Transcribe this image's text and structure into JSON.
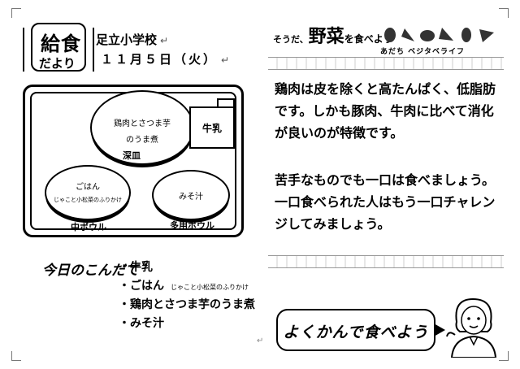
{
  "header": {
    "logo_main": "給食",
    "logo_sub": "だより",
    "school": "足立小学校",
    "date": "１１月５日（火）"
  },
  "tray": {
    "main_dish_line1": "鶏肉とさつま芋",
    "main_dish_line2": "のうま煮",
    "main_dish_container": "深皿",
    "milk": "牛乳",
    "rice": "ごはん",
    "rice_note": "じゃこと小松菜のふりかけ",
    "rice_container": "中ボウル",
    "soup": "みそ汁",
    "soup_container": "多用ボウル"
  },
  "menu": {
    "title": "今日のこんだて",
    "items": [
      {
        "label": "・牛乳",
        "note": ""
      },
      {
        "label": "・ごはん",
        "note": "じゃこと小松菜のふりかけ"
      },
      {
        "label": "・鶏肉とさつま芋のうま煮",
        "note": ""
      },
      {
        "label": "・みそ汁",
        "note": ""
      }
    ]
  },
  "feature": {
    "lead": "そうだ、",
    "title_big": "野菜",
    "title_rest": "を食べよう",
    "subtitle": "あだち ベジタベライフ"
  },
  "paragraphs": [
    "鶏肉は皮を除くと高たんぱく、低脂肪です。しかも豚肉、牛肉に比べて消化が良いのが特徴です。",
    "苦手なものでも一口は食べましょう。一口食べられた人はもう一口チャレンジしてみましょう。"
  ],
  "slogan": "よくかんで食べよう",
  "icons": [
    "fork-icon",
    "spoon-icon",
    "vegetable-icon",
    "carrot-icon",
    "person-icon"
  ]
}
